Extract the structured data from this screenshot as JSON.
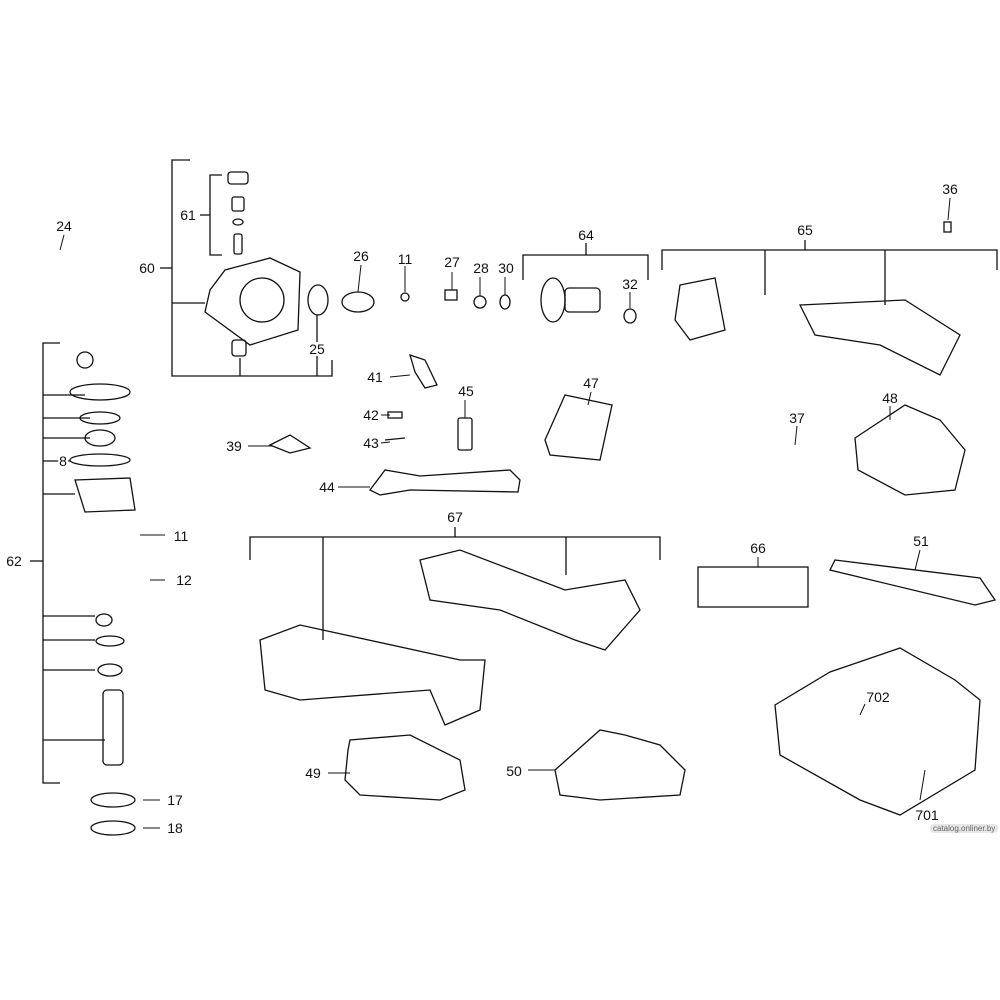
{
  "diagram": {
    "type": "exploded-parts-diagram",
    "part_labels": [
      "24",
      "60",
      "61",
      "26",
      "11",
      "27",
      "28",
      "30",
      "64",
      "32",
      "65",
      "36",
      "25",
      "62",
      "8",
      "11",
      "12",
      "17",
      "18",
      "41",
      "42",
      "43",
      "45",
      "47",
      "37",
      "48",
      "39",
      "44",
      "67",
      "66",
      "51",
      "702",
      "49",
      "50",
      "701"
    ]
  },
  "watermark": "catalog.onliner.by"
}
